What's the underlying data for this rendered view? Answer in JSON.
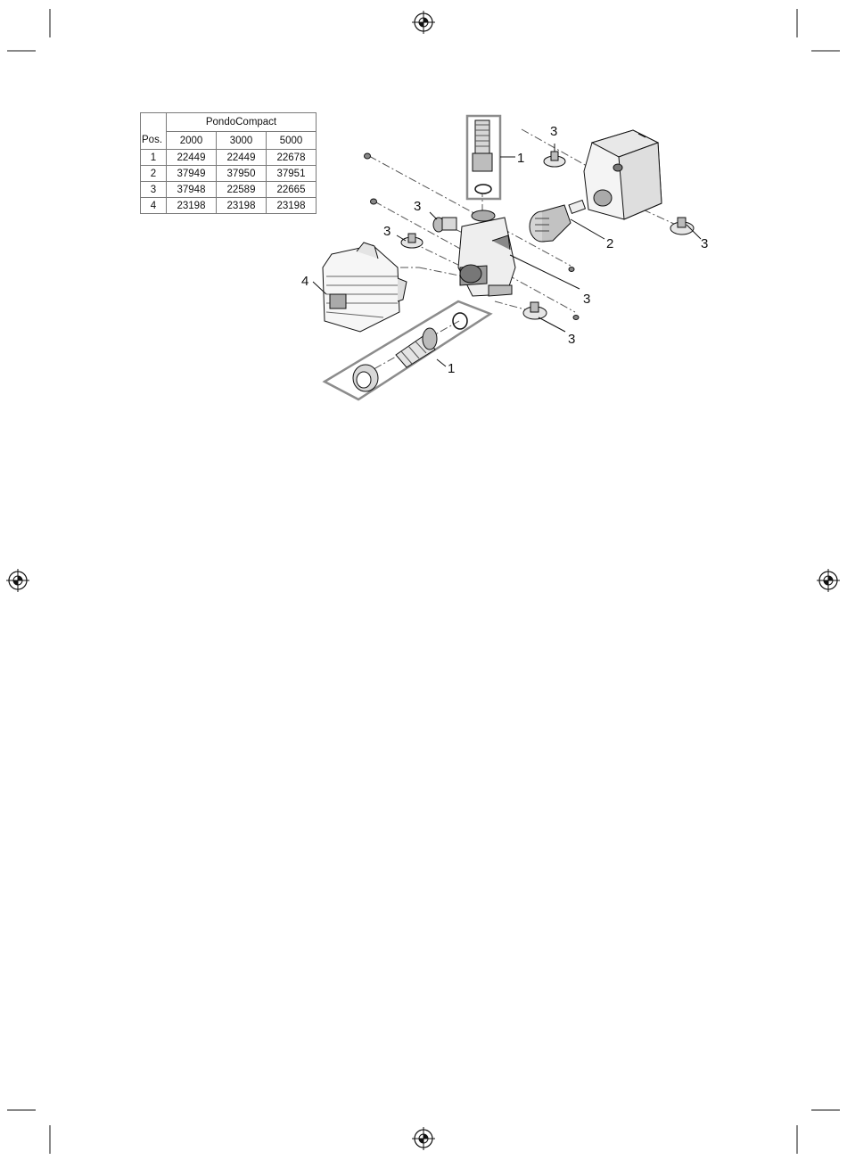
{
  "parts_table": {
    "model_header": "PondoCompact",
    "pos_header": "Pos.",
    "columns": [
      "2000",
      "3000",
      "5000"
    ],
    "rows": [
      {
        "pos": "1",
        "values": [
          "22449",
          "22449",
          "22678"
        ]
      },
      {
        "pos": "2",
        "values": [
          "37949",
          "37950",
          "37951"
        ]
      },
      {
        "pos": "3",
        "values": [
          "37948",
          "22589",
          "22665"
        ]
      },
      {
        "pos": "4",
        "values": [
          "23198",
          "23198",
          "23198"
        ]
      }
    ]
  },
  "diagram": {
    "callouts": {
      "outlet_kit_top": "1",
      "suction_cup_top_right": "3",
      "valve_left": "3",
      "suction_cup_left": "3",
      "impeller": "2",
      "suction_cup_right": "3",
      "pump_housing": "3",
      "suction_cup_bottom": "3",
      "filter_cover": "4",
      "outlet_kit_bottom": "1"
    }
  },
  "colors": {
    "ink": "#111111",
    "frame_gray": "#8c8c8c",
    "part_gray": "#b5b5b5",
    "light_gray": "#e4e4e4"
  }
}
